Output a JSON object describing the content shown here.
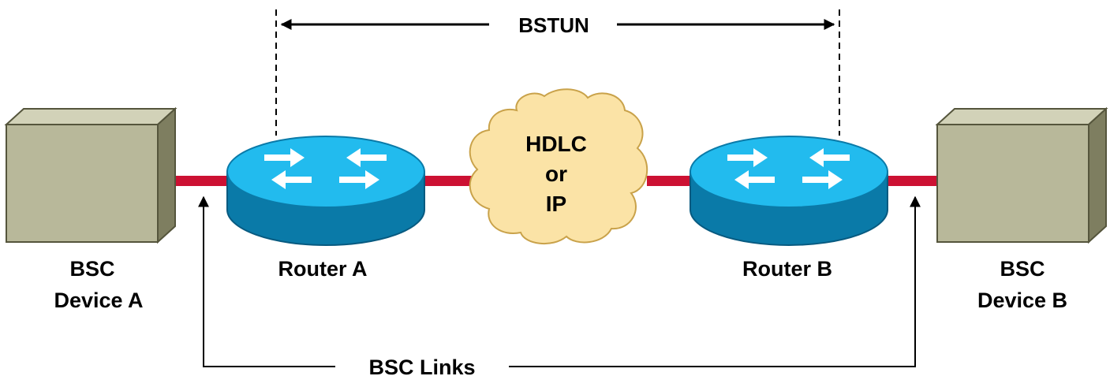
{
  "labels": {
    "bstun": "BSTUN",
    "cloud_line1": "HDLC",
    "cloud_line2": "or",
    "cloud_line3": "IP",
    "router_a": "Router A",
    "router_b": "Router B",
    "device_a_line1": "BSC",
    "device_a_line2": "Device A",
    "device_b_line1": "BSC",
    "device_b_line2": "Device B",
    "bsc_links": "BSC Links"
  },
  "icons": {
    "device_a": "device-box-icon",
    "device_b": "device-box-icon",
    "router_a": "router-icon",
    "router_b": "router-icon",
    "cloud": "cloud-icon"
  },
  "colors": {
    "link": "#cc1133",
    "router_top": "#22bbee",
    "router_side": "#0a7aa8",
    "device_front": "#b8b89a",
    "device_top": "#d2d2b8",
    "device_side": "#7e7e60",
    "cloud_fill": "#fbe3a6",
    "cloud_stroke": "#c9a24a"
  }
}
